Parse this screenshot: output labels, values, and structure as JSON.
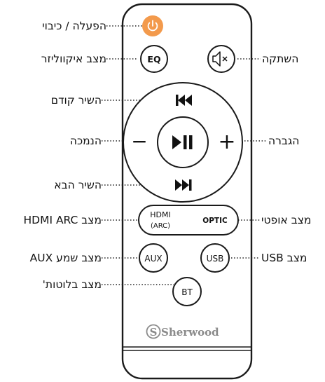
{
  "labels": {
    "power": "הפעלה / כיבוי",
    "eq_mode": "מצב איקווליזר",
    "mute": "השתקה",
    "previous": "השיר קודם",
    "volume_down": "הנמכה",
    "volume_up": "הגברה",
    "next": "השיר הבא",
    "hdmi_mode": "מצב HDMI ARC",
    "optic_mode": "מצב אופטי",
    "aux_mode": "מצב שמע AUX",
    "usb_mode": "מצב USB",
    "bt_mode": "מצב בלוטות'"
  },
  "buttons": {
    "eq": "EQ",
    "hdmi_line1": "HDMI",
    "hdmi_line2": "(ARC)",
    "optic": "OPTIC",
    "aux": "AUX",
    "usb": "USB",
    "bt": "BT",
    "minus": "−",
    "plus": "+"
  },
  "brand": "Sherwood",
  "colors": {
    "power_button": "#F39A4C",
    "outline": "#1a1a1a",
    "brand_gray": "#8a8a8a"
  },
  "icons": [
    "power-icon",
    "mute-icon",
    "previous-icon",
    "play-pause-icon",
    "next-icon",
    "sherwood-logo-icon"
  ]
}
